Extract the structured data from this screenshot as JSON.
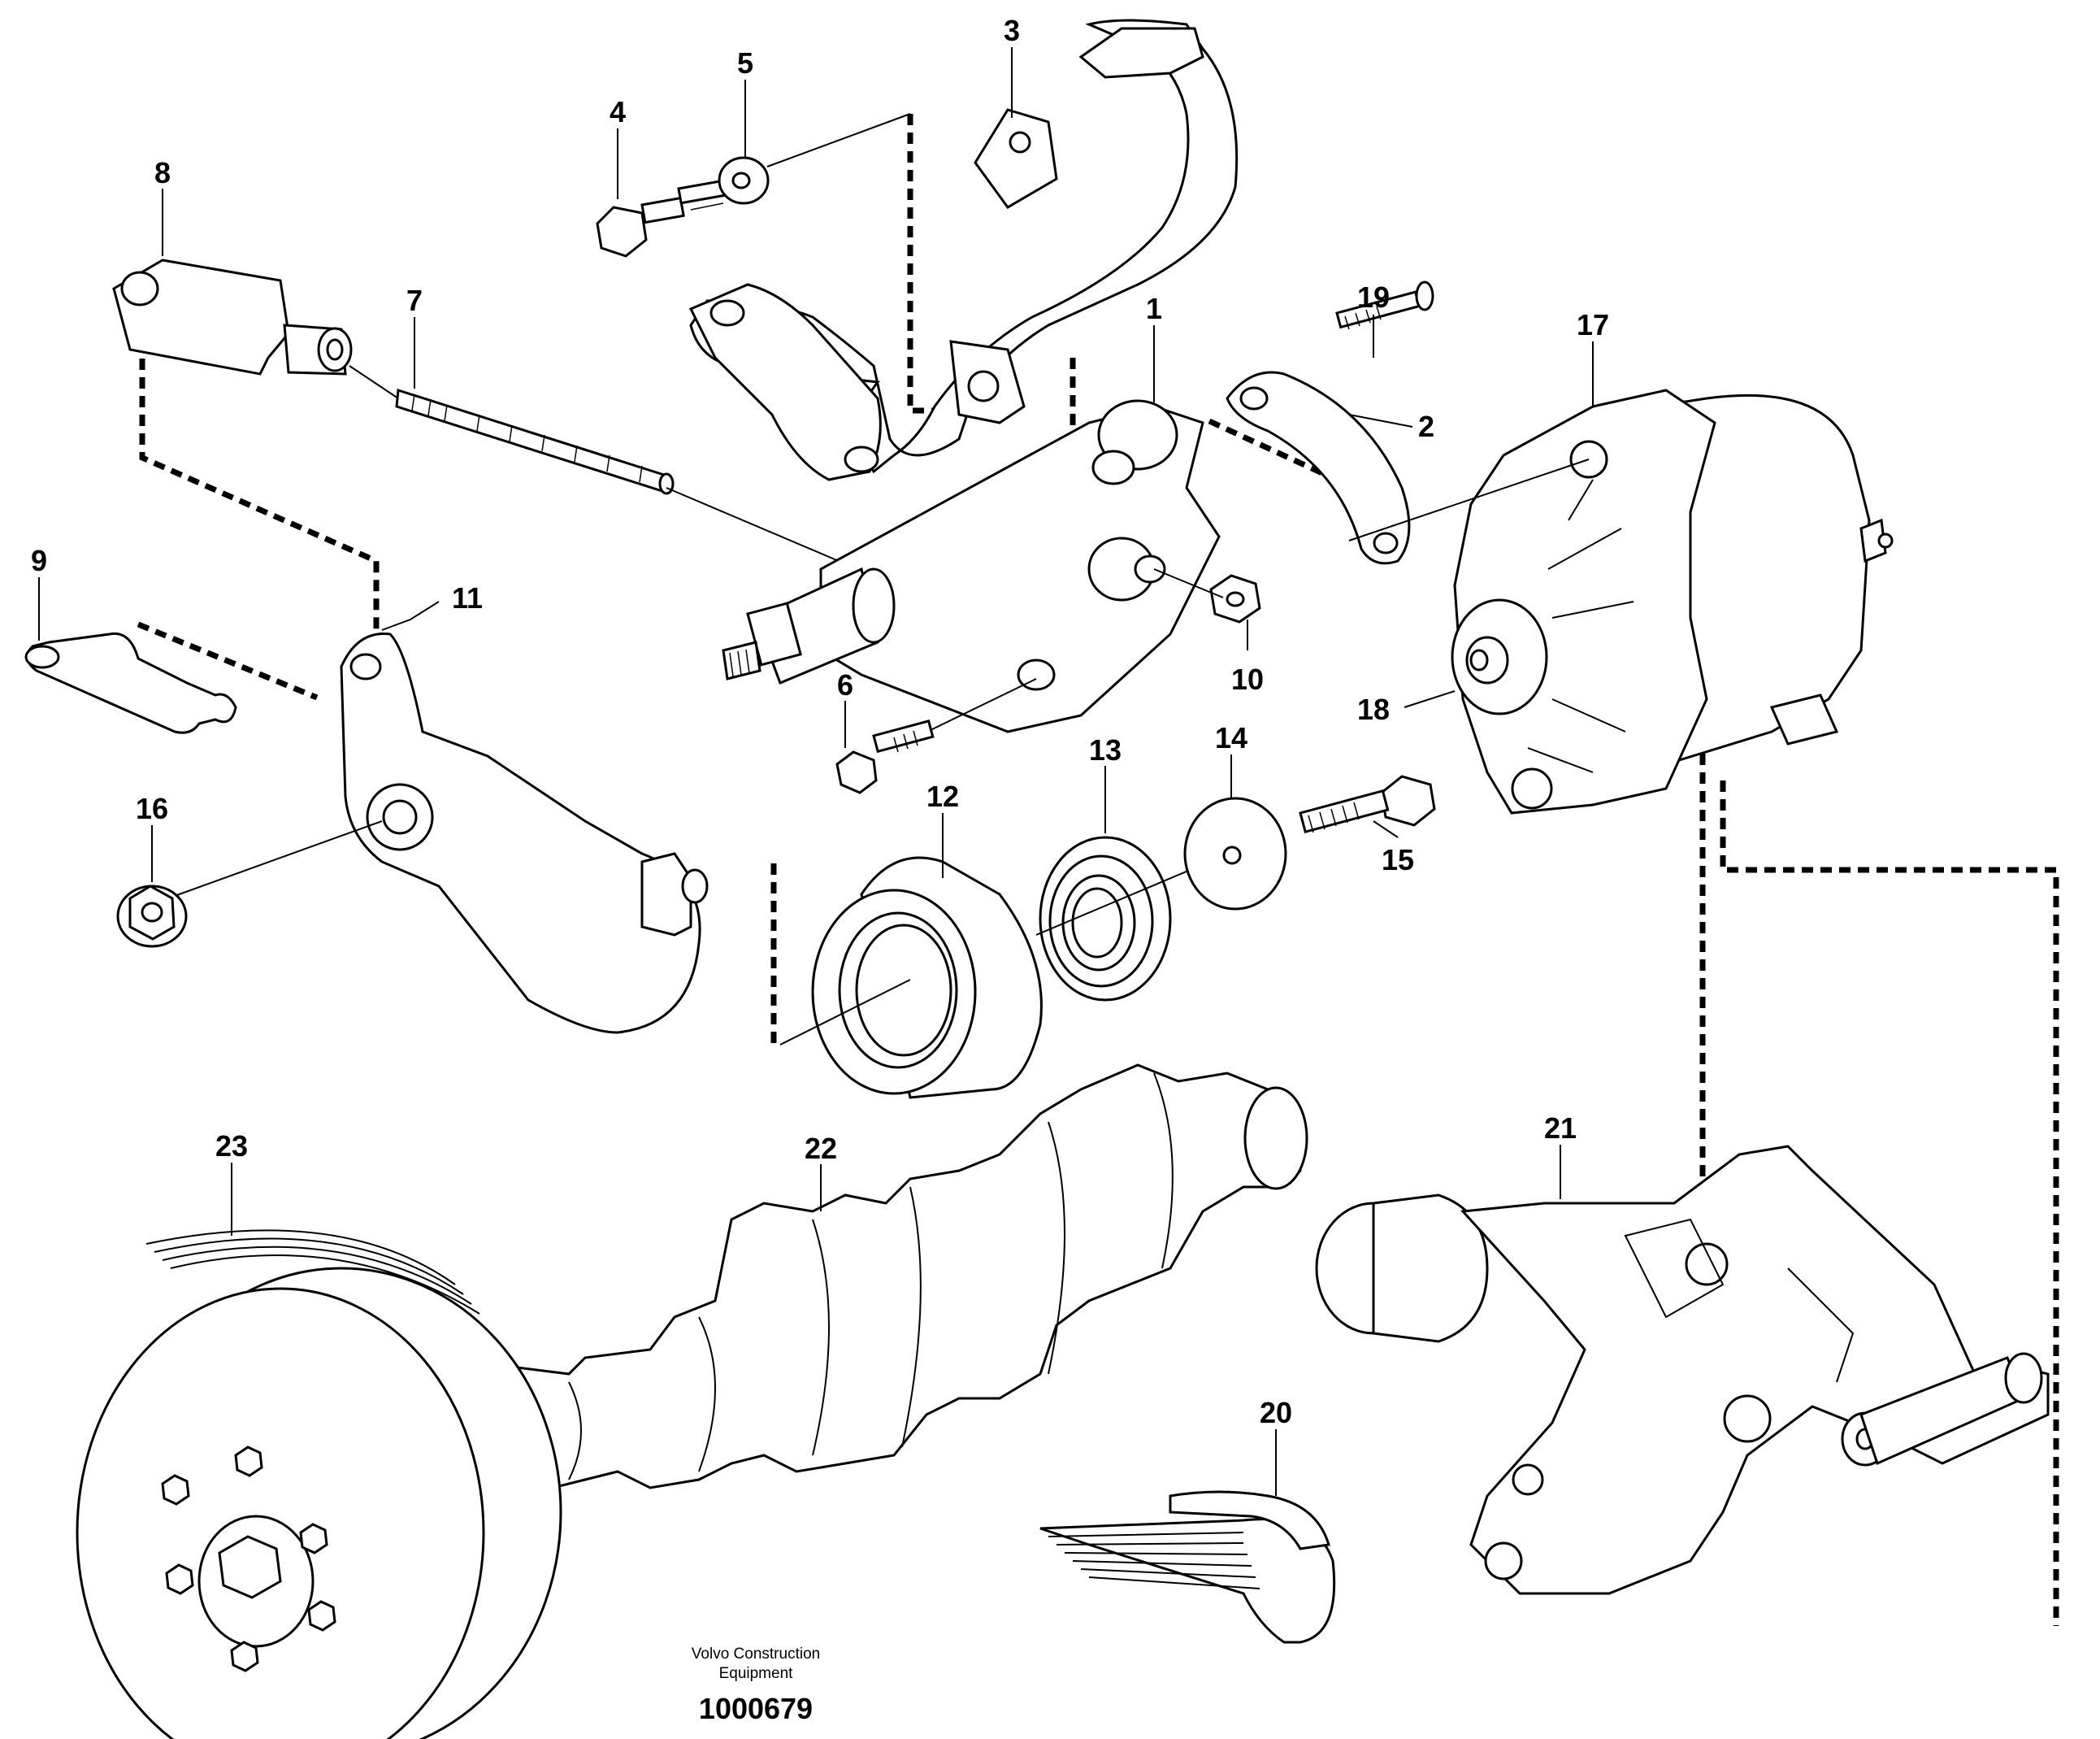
{
  "callouts": [
    {
      "id": "1",
      "label": "1"
    },
    {
      "id": "2",
      "label": "2"
    },
    {
      "id": "3",
      "label": "3"
    },
    {
      "id": "4",
      "label": "4"
    },
    {
      "id": "5",
      "label": "5"
    },
    {
      "id": "6",
      "label": "6"
    },
    {
      "id": "7",
      "label": "7"
    },
    {
      "id": "8",
      "label": "8"
    },
    {
      "id": "9",
      "label": "9"
    },
    {
      "id": "10",
      "label": "10"
    },
    {
      "id": "11",
      "label": "11"
    },
    {
      "id": "12",
      "label": "12"
    },
    {
      "id": "13",
      "label": "13"
    },
    {
      "id": "14",
      "label": "14"
    },
    {
      "id": "15",
      "label": "15"
    },
    {
      "id": "16",
      "label": "16"
    },
    {
      "id": "17",
      "label": "17"
    },
    {
      "id": "18",
      "label": "18"
    },
    {
      "id": "19",
      "label": "19"
    },
    {
      "id": "20",
      "label": "20"
    },
    {
      "id": "21",
      "label": "21"
    },
    {
      "id": "22",
      "label": "22"
    },
    {
      "id": "23",
      "label": "23"
    }
  ],
  "footer": {
    "company_line1": "Volvo Construction",
    "company_line2": "Equipment",
    "drawing_number": "1000679"
  }
}
